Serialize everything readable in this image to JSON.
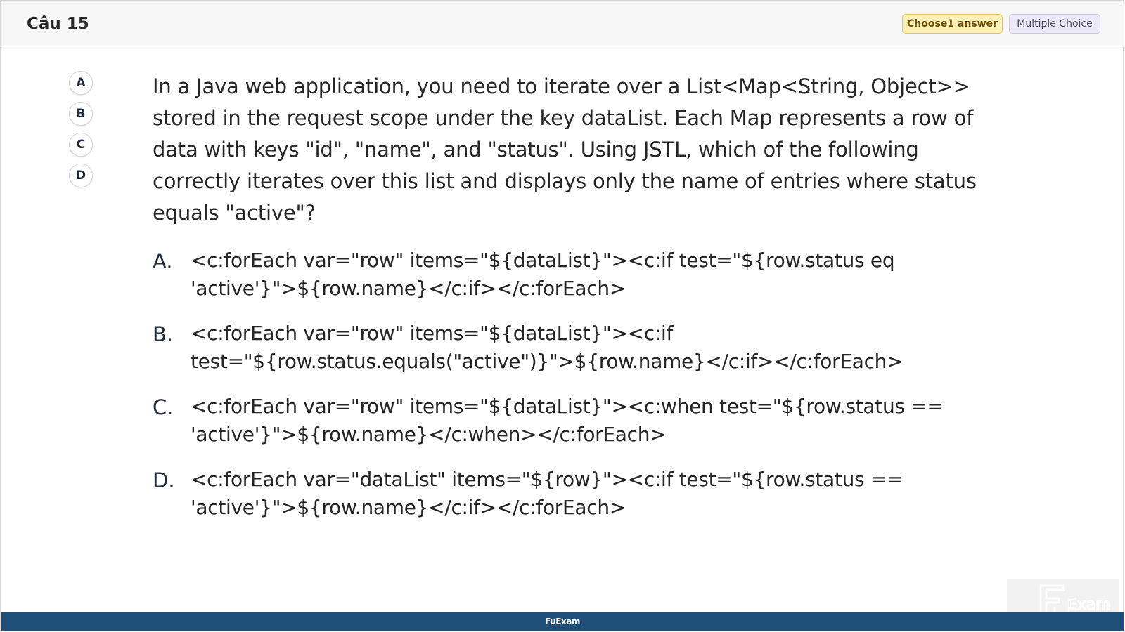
{
  "header": {
    "question_number": "Câu 15",
    "badge_choose": "Choose1 answer",
    "badge_type": "Multiple Choice"
  },
  "answer_selector": [
    "A",
    "B",
    "C",
    "D"
  ],
  "question": {
    "text": "In a Java web application, you need to iterate over a List<Map<String, Object>> stored in the request scope under the key dataList. Each Map represents a row of data with keys \"id\", \"name\", and \"status\". Using JSTL, which of the following correctly iterates over this list and displays only the name of entries where status equals \"active\"?"
  },
  "options": [
    {
      "letter": "A.",
      "text": "<c:forEach var=\"row\" items=\"${dataList}\"><c:if test=\"${row.status eq 'active'}\">${row.name}</c:if></c:forEach>"
    },
    {
      "letter": "B.",
      "text": "<c:forEach var=\"row\" items=\"${dataList}\"><c:if test=\"${row.status.equals(\"active\")}\">${row.name}</c:if></c:forEach>"
    },
    {
      "letter": "C.",
      "text": "<c:forEach var=\"row\" items=\"${dataList}\"><c:when test=\"${row.status == 'active'}\">${row.name}</c:when></c:forEach>"
    },
    {
      "letter": "D.",
      "text": "<c:forEach var=\"dataList\" items=\"${row}\"><c:if test=\"${row.status == 'active'}\">${row.name}</c:if></c:forEach>"
    }
  ],
  "watermark": {
    "text": "Exam"
  },
  "footer": {
    "brand": "FuExam"
  }
}
